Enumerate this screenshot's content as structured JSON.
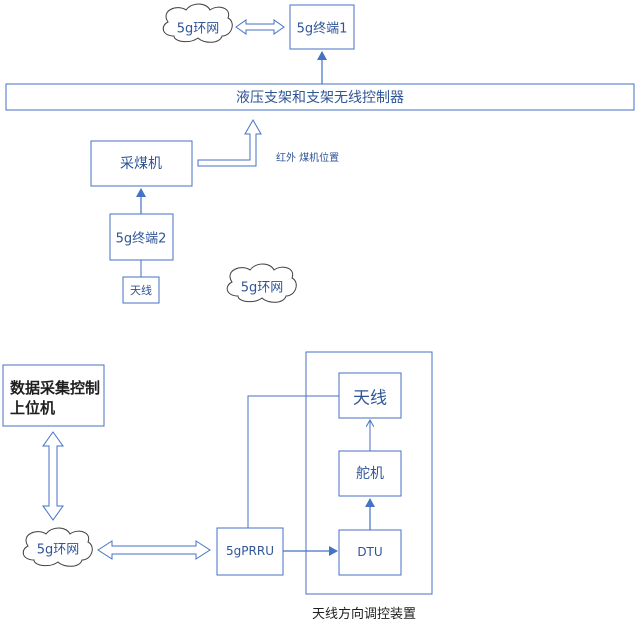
{
  "top": {
    "cloud_label": "5g环网",
    "terminal1_label": "5g终端1",
    "controller_bar_label": "液压支架和支架无线控制器",
    "shearer_label": "采煤机",
    "infrared_label": "红外 煤机位置",
    "terminal2_label": "5g终端2",
    "antenna_label": "天线",
    "cloud2_label": "5g环网"
  },
  "bottom": {
    "host_label_line1": "数据采集控制",
    "host_label_line2": "上位机",
    "cloud_label": "5g环网",
    "prru_label": "5gPRRU",
    "antenna_label": "天线",
    "servo_label": "舵机",
    "dtu_label": "DTU",
    "device_caption": "天线方向调控装置"
  },
  "colors": {
    "box_border": "#4472c4",
    "arrow": "#4472c4",
    "cloud_stroke": "#404040",
    "text_blue": "#2f5597",
    "device_fill": "#ffffff"
  }
}
